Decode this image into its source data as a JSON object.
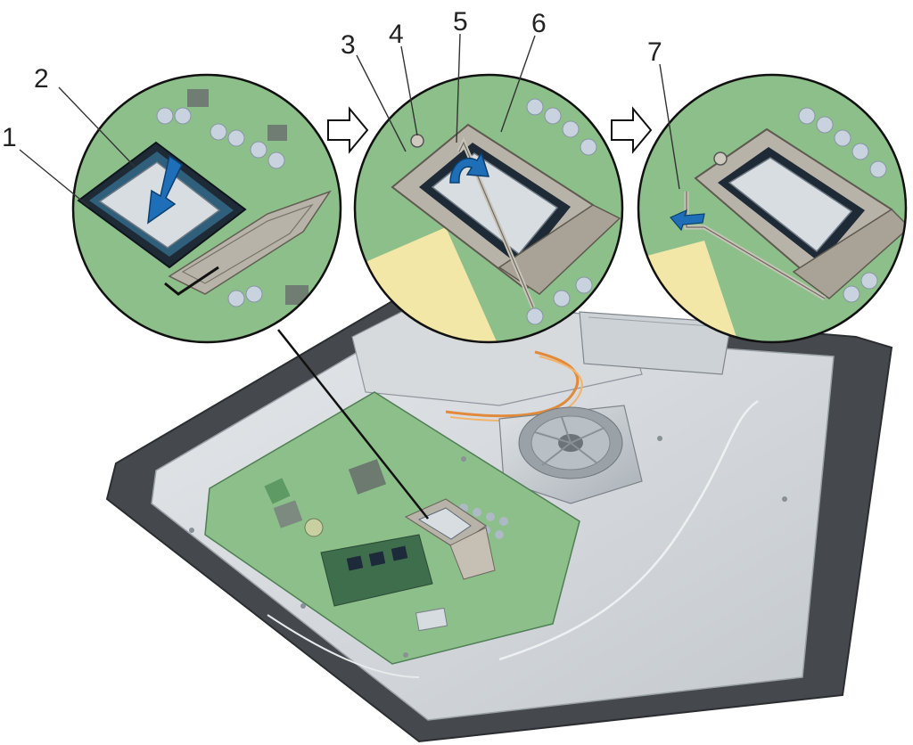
{
  "callouts": [
    {
      "id": "1",
      "label": "1"
    },
    {
      "id": "2",
      "label": "2"
    },
    {
      "id": "3",
      "label": "3"
    },
    {
      "id": "4",
      "label": "4"
    },
    {
      "id": "5",
      "label": "5"
    },
    {
      "id": "6",
      "label": "6"
    },
    {
      "id": "7",
      "label": "7"
    }
  ],
  "colors": {
    "board_green": "#8dbf8a",
    "board_dark": "#5e9a63",
    "chassis_gray": "#cfd4d8",
    "bezel_dark": "#3a3d40",
    "metal": "#b8b3a8",
    "processor": "#d8dde2",
    "socket_blue": "#2f5f7a",
    "arrow_blue": "#1f6fb8",
    "copper": "#c98a3c",
    "cream_pad": "#f3e7a8"
  },
  "icons": [
    "step-arrow-icon",
    "push-down-arrow-icon",
    "rotate-arrow-icon",
    "lever-press-arrow-icon"
  ]
}
